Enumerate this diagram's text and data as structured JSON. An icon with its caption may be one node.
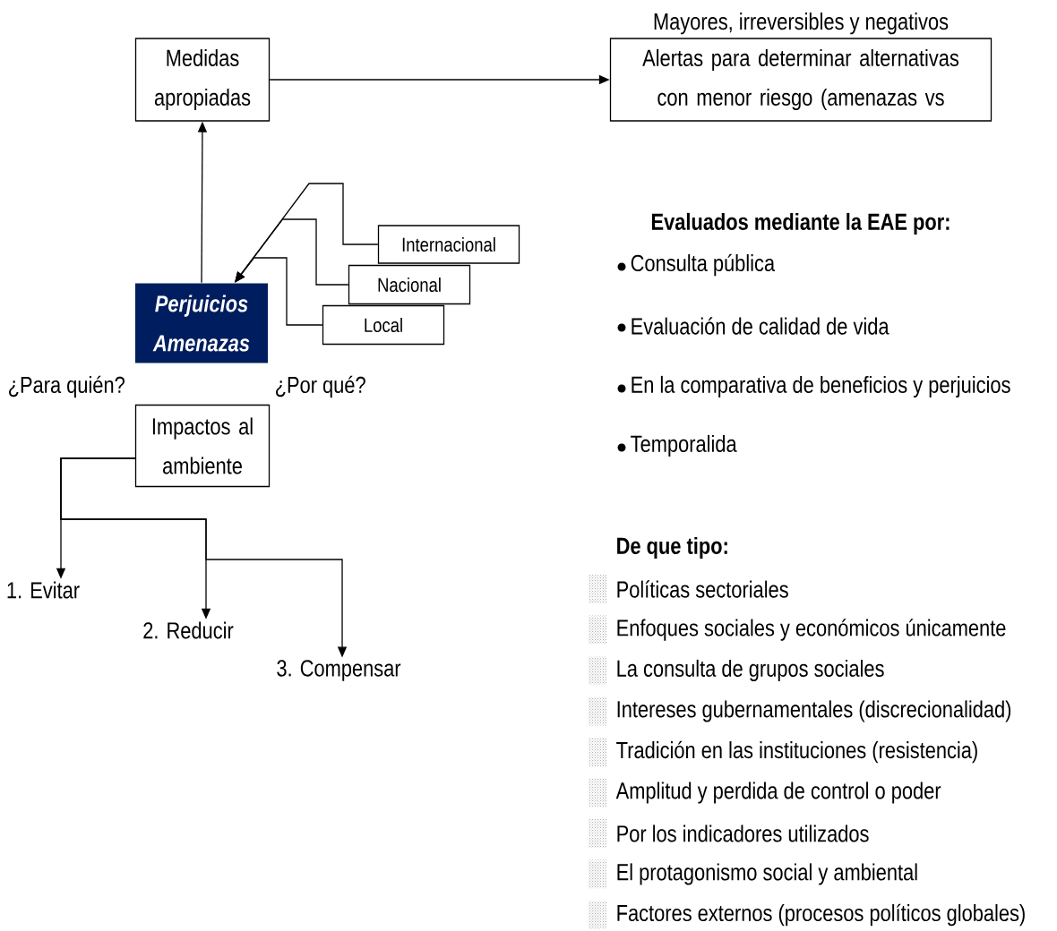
{
  "diagram": {
    "nodes": [
      {
        "text": [
          "Medidas apropiadas"
        ]
      },
      {
        "text": [
          "Mayores, irreversibles y negativos",
          "Alertas para determinar alternativas con menor riesgo (amenazas vs"
        ]
      },
      {
        "text": [
          "Perjuicios Amenazas"
        ]
      },
      {
        "text": [
          "Internacional"
        ]
      },
      {
        "text": [
          "Nacional"
        ]
      },
      {
        "text": [
          "Local"
        ]
      },
      {
        "text": [
          "Impactos al ambiente"
        ]
      },
      {
        "text": [
          "1. Evitar"
        ]
      },
      {
        "text": [
          "2. Reducir"
        ]
      },
      {
        "text": [
          "3. Compensar"
        ]
      }
    ],
    "edges": [
      {
        "from": 2,
        "to": 0,
        "arrow": "to"
      },
      {
        "from": 0,
        "to": 1,
        "arrow": "to"
      },
      {
        "from": 3,
        "to": 2,
        "arrow": "to"
      },
      {
        "from": 4,
        "to": 2,
        "arrow": "to"
      },
      {
        "from": 5,
        "to": 2,
        "arrow": "to"
      },
      {
        "from": 6,
        "to": 7,
        "arrow": "to"
      },
      {
        "from": 6,
        "to": 8,
        "arrow": "to"
      },
      {
        "from": 6,
        "to": 9,
        "arrow": "to"
      }
    ],
    "labels": [
      "¿Para quién?",
      "¿Por qué?",
      "Evaluados mediante la EAE por:",
      "Consulta pública",
      "Evaluación de calidad de vida",
      "En la comparativa de beneficios y perjuicios",
      "Temporalida",
      "De que tipo:",
      "Políticas sectoriales",
      "Enfoques sociales y económicos únicamente",
      "La consulta de grupos sociales",
      "Intereses gubernamentales (discrecionalidad)",
      "Tradición en las instituciones (resistencia)",
      "Amplitud y perdida de control o poder",
      "Por los indicadores utilizados",
      "El protagonismo social y ambiental",
      "Factores externos (procesos políticos globales)"
    ]
  }
}
